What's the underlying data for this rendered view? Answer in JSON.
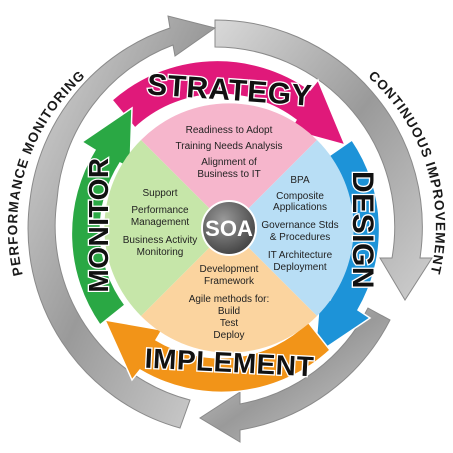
{
  "center": {
    "label": "SOA"
  },
  "outer_ring": {
    "left_label": "PERFORMANCE MONITORING",
    "right_label": "CONTINUOUS IMPROVEMENT"
  },
  "phases": {
    "strategy": {
      "title": "STRATEGY",
      "color": "#e0197a",
      "fill": "#f6b6cc",
      "items": [
        "Readiness to Adopt",
        "Training Needs Analysis",
        "Alignment of",
        "Business to IT"
      ]
    },
    "design": {
      "title": "DESIGN",
      "color": "#1d93d8",
      "fill": "#b8def5",
      "items": [
        "BPA",
        "Composite",
        "Applications",
        "Governance Stds",
        "& Procedures",
        "IT Architecture",
        "Deployment"
      ]
    },
    "implement": {
      "title": "IMPLEMENT",
      "color": "#f29418",
      "fill": "#fbd49f",
      "items": [
        "Development",
        "Framework",
        "Agile methods for:",
        "Build",
        "Test",
        "Deploy"
      ]
    },
    "monitor": {
      "title": "MONITOR",
      "color": "#2aa844",
      "fill": "#c6e6a9",
      "items": [
        "Support",
        "Performance",
        "Management",
        "Business Activity",
        "Monitoring"
      ]
    }
  }
}
